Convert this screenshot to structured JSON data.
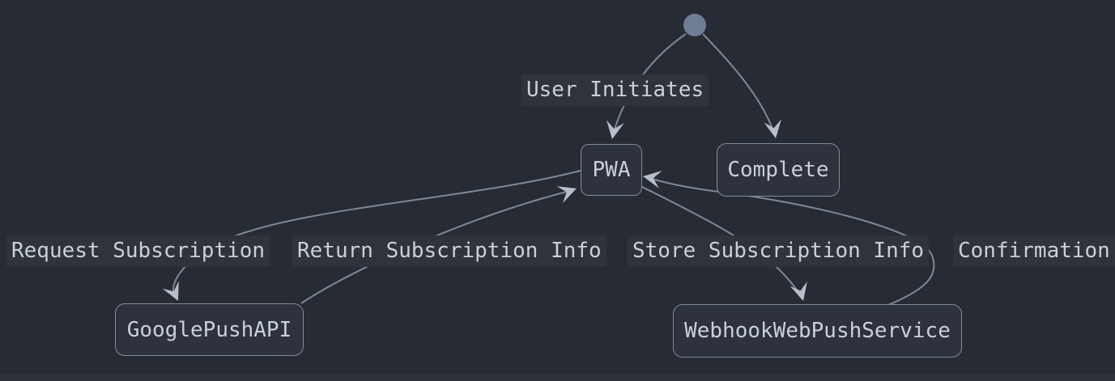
{
  "diagram": {
    "type": "state-diagram",
    "initial_state_icon": "filled-circle",
    "nodes": {
      "pwa": {
        "label": "PWA"
      },
      "complete": {
        "label": "Complete"
      },
      "google_push_api": {
        "label": "GooglePushAPI"
      },
      "webhook_web_push_service": {
        "label": "WebhookWebPushService"
      }
    },
    "edge_labels": {
      "user_initiates": "User Initiates",
      "request_subscription": "Request Subscription",
      "return_subscription_info": "Return Subscription Info",
      "store_subscription_info": "Store Subscription Info",
      "confirmation": "Confirmation"
    },
    "edges": [
      {
        "from": "initial-state",
        "to": "PWA",
        "label": "User Initiates"
      },
      {
        "from": "initial-state",
        "to": "Complete",
        "label": ""
      },
      {
        "from": "PWA",
        "to": "GooglePushAPI",
        "label": "Request Subscription"
      },
      {
        "from": "GooglePushAPI",
        "to": "PWA",
        "label": "Return Subscription Info"
      },
      {
        "from": "PWA",
        "to": "WebhookWebPushService",
        "label": "Store Subscription Info"
      },
      {
        "from": "WebhookWebPushService",
        "to": "PWA",
        "label": "Confirmation"
      }
    ]
  },
  "colors": {
    "background": "#272C34",
    "node_fill": "#2D323C",
    "node_border": "#818B9C",
    "edge_stroke": "#7D8798",
    "arrowhead_fill": "#B7BECA",
    "text": "#CAD0DA",
    "label_background": "#2E333C",
    "initial_state_fill": "#717D94",
    "bottom_strip": "#2D323B"
  }
}
